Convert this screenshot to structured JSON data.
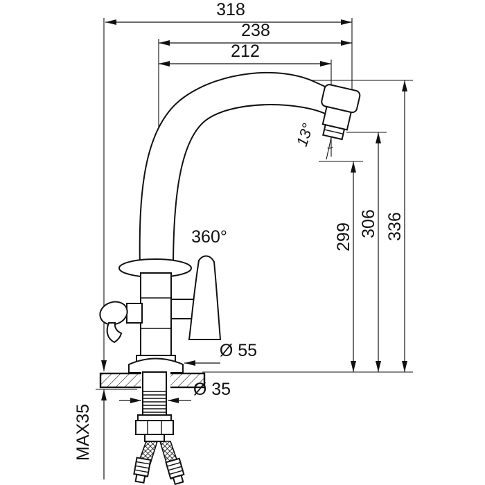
{
  "diagram": {
    "type": "technical-dimension-drawing",
    "subject": "kitchen-faucet",
    "dims": {
      "top_width": "318",
      "mid_width": "238",
      "inner_width": "212",
      "spout_angle": "13°",
      "swivel": "360°",
      "height_outlet_low": "299",
      "height_outlet_high": "306",
      "height_total": "336",
      "base_diameter": "Ø 55",
      "shank_diameter": "Ø 35",
      "max_mount_thickness": "MAX35"
    }
  }
}
